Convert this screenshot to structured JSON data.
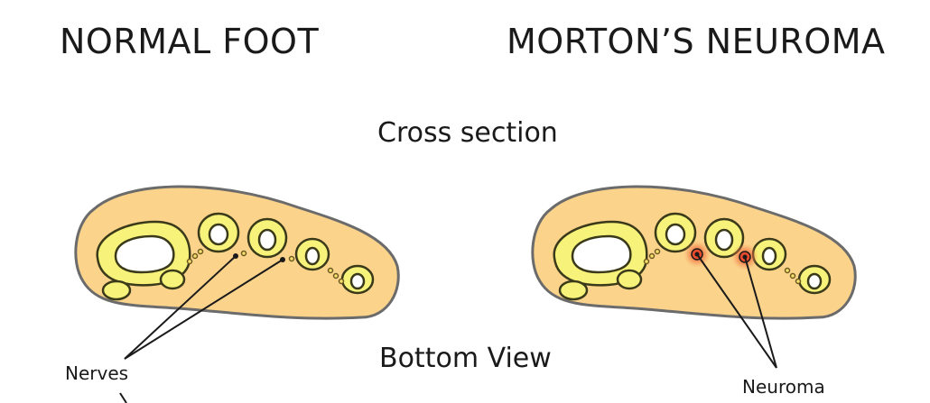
{
  "titles": {
    "left": "NORMAL FOOT",
    "right": "MORTON’S NEUROMA"
  },
  "labels": {
    "cross_section": "Cross section",
    "bottom_view": "Bottom View",
    "nerves": "Nerves",
    "neuroma": "Neuroma"
  },
  "colors": {
    "tissue_fill": "#fbd38b",
    "tissue_stroke": "#6b6b6b",
    "bone_fill": "#f7f27a",
    "bone_stroke": "#3a3a1a",
    "nerve_dot": "#b8a23c",
    "neuroma_glow": "#f0553a"
  }
}
